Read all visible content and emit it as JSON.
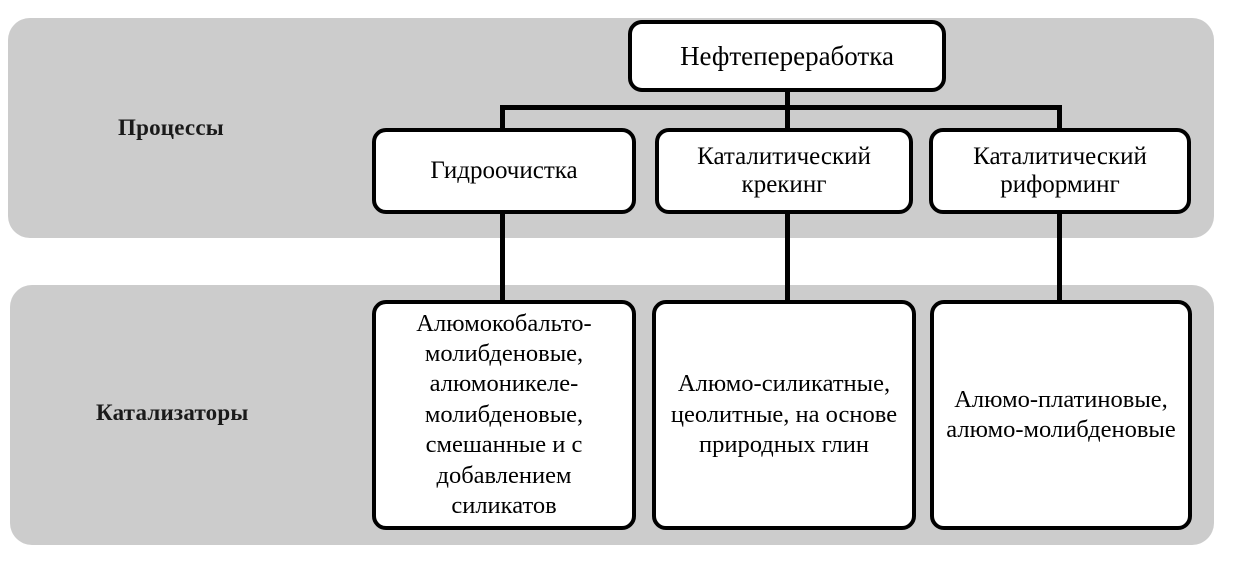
{
  "diagram": {
    "title_root": "Нефтепереработка",
    "rows": [
      {
        "label": "Процессы"
      },
      {
        "label": "Катализаторы"
      }
    ],
    "processes": [
      {
        "label": "Гидроочистка"
      },
      {
        "label": "Каталитический крекинг"
      },
      {
        "label": "Каталитический риформинг"
      }
    ],
    "catalysts": [
      {
        "label": "Алюмокобальто-молибденовые, алюмоникеле-молибденовые, смешанные и  с добавлением силикатов"
      },
      {
        "label": "Алюмо-силикатные, цеолитные, на основе природных глин"
      },
      {
        "label": "Алюмо-платиновые, алюмо-молибденовые"
      }
    ],
    "colors": {
      "band": "#cccccc",
      "node_fill": "#ffffff",
      "line": "#000000",
      "text": "#000000"
    }
  },
  "chart_data": {
    "type": "table",
    "title": "Нефтепереработка",
    "categories": [
      "Гидроочистка",
      "Каталитический крекинг",
      "Каталитический риформинг"
    ],
    "series": [
      {
        "name": "Процессы",
        "values": [
          "Гидроочистка",
          "Каталитический крекинг",
          "Каталитический риформинг"
        ]
      },
      {
        "name": "Катализаторы",
        "values": [
          "Алюмокобальто-молибденовые, алюмоникеле-молибденовые, смешанные и  с добавлением силикатов",
          "Алюмо-силикатные, цеолитные, на основе природных глин",
          "Алюмо-платиновые, алюмо-молибденовые"
        ]
      }
    ]
  }
}
